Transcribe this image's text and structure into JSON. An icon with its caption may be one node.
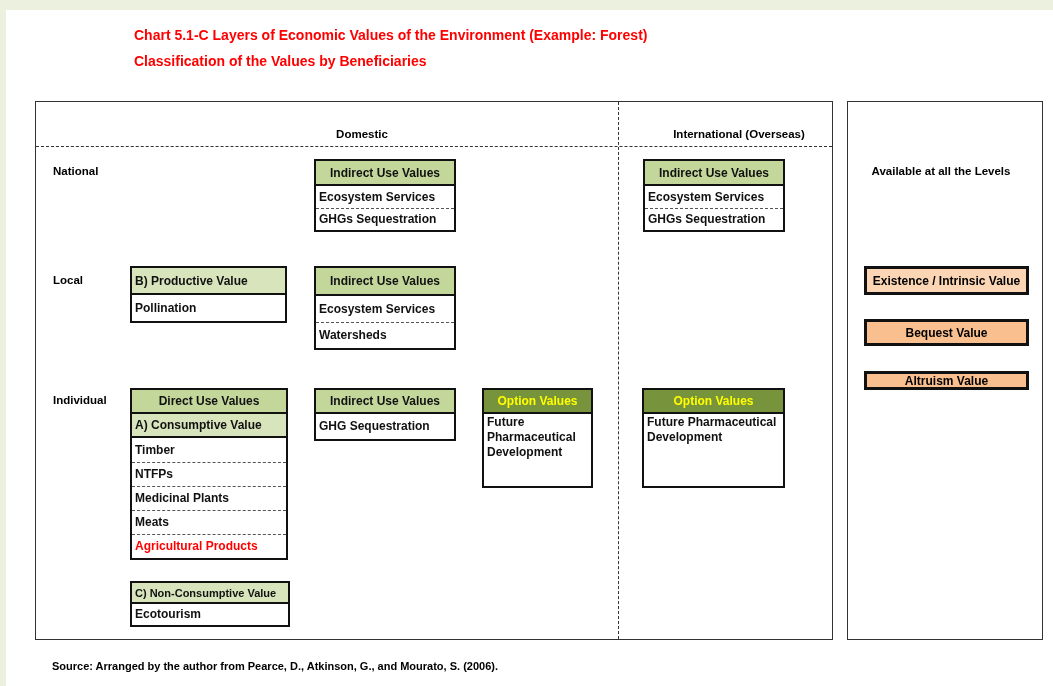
{
  "diagram": {
    "title": "Chart 5.1-C Layers of Economic Values of the Environment (Example: Forest)",
    "caption": "Classification of the Values by Beneficiaries",
    "nodes": [
      {
        "text": [
          "Domestic",
          "International (Overseas)",
          "National",
          "Local",
          "Individual"
        ]
      },
      {
        "text": [
          "Indirect Use Values",
          "Ecosystem Services",
          "GHGs Sequestration"
        ],
        "in": 0
      },
      {
        "text": [
          "Indirect Use Values",
          "Ecosystem Services",
          "GHGs Sequestration"
        ],
        "in": 0
      },
      {
        "text": [
          "Available at all the Levels"
        ]
      },
      {
        "text": [
          "B) Productive Value",
          "Pollination"
        ],
        "in": 0
      },
      {
        "text": [
          "Indirect Use Values",
          "Ecosystem Services",
          "Watersheds"
        ],
        "in": 0
      },
      {
        "text": [
          "Existence / Intrinsic Value"
        ],
        "in": 3
      },
      {
        "text": [
          "Bequest Value"
        ],
        "in": 3
      },
      {
        "text": [
          "Direct Use Values",
          "A) Consumptive Value",
          "Timber",
          "NTFPs",
          "Medicinal Plants",
          "Meats",
          "Agricultural Products"
        ],
        "in": 0
      },
      {
        "text": [
          "Indirect Use Values",
          "GHG Sequestration"
        ],
        "in": 0
      },
      {
        "text": [
          "Option Values",
          "Future Pharmaceutical Development"
        ],
        "in": 0
      },
      {
        "text": [
          "Option Values",
          "Future Pharmaceutical Development"
        ],
        "in": 0
      },
      {
        "text": [
          "Altruism Value"
        ],
        "in": 3
      },
      {
        "text": [
          "C) Non-Consumptive Value",
          "Ecotourism"
        ],
        "in": 0
      }
    ],
    "labels": [
      "Source: Arranged by the author from Pearce, D., Atkinson, G., and Mourato, S. (2006)."
    ]
  }
}
